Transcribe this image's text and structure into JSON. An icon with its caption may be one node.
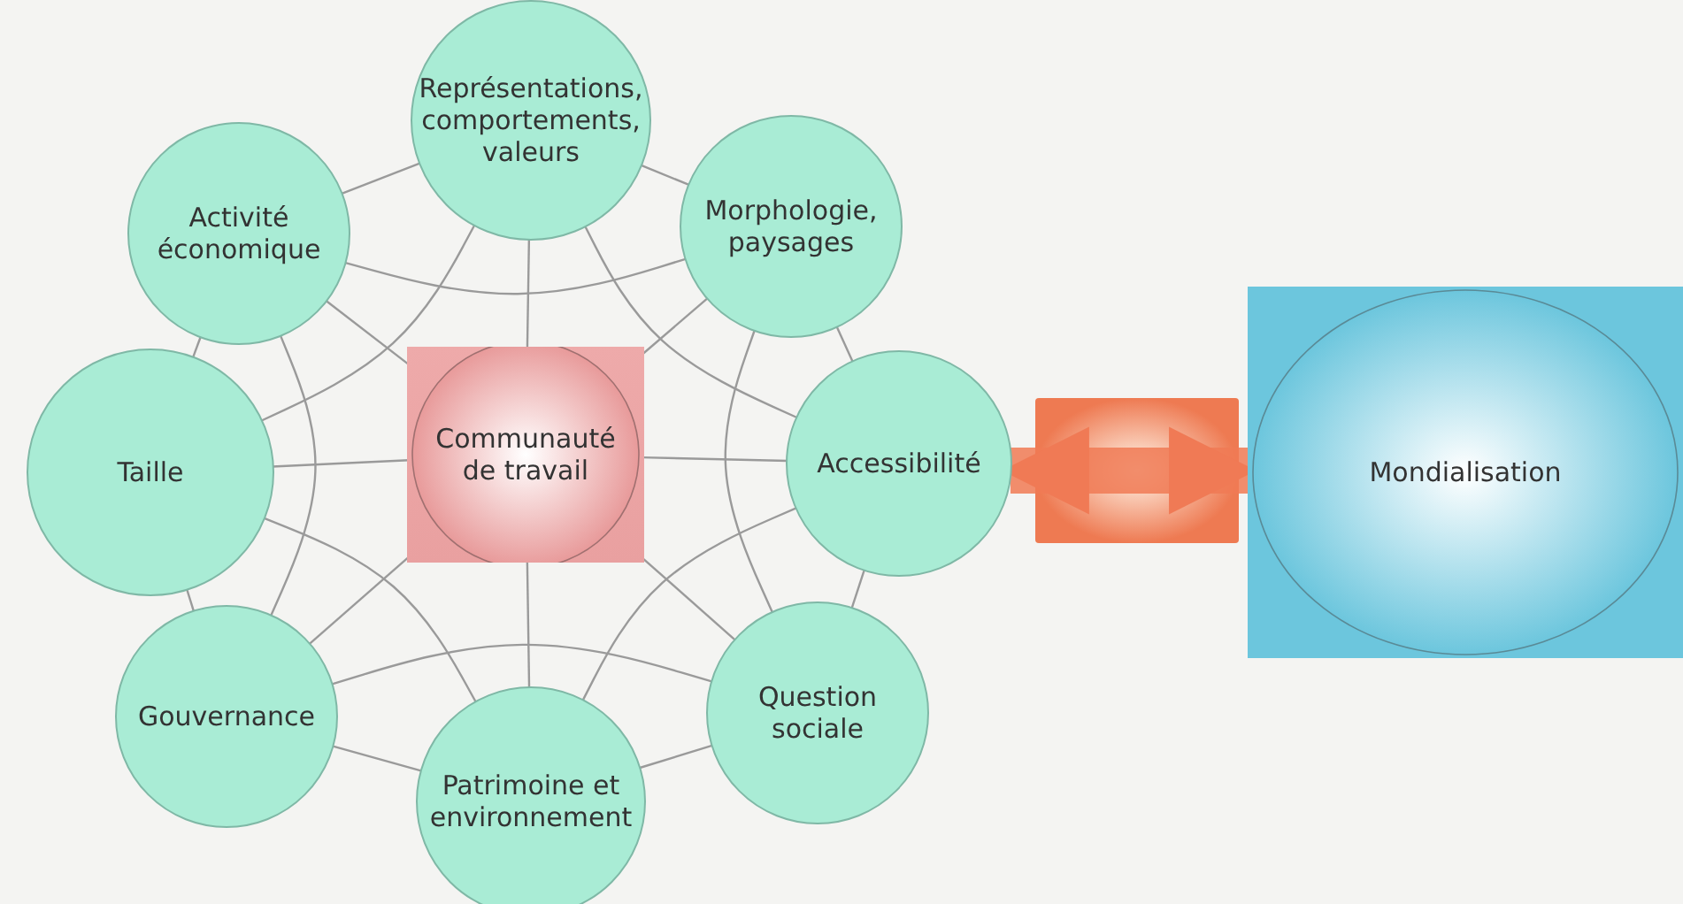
{
  "diagram": {
    "nodes": [
      {
        "text": [
          "Représentations, comportements, valeurs"
        ]
      },
      {
        "text": [
          "Activité économique"
        ]
      },
      {
        "text": [
          "Morphologie, paysages"
        ]
      },
      {
        "text": [
          "Communauté de travail"
        ]
      },
      {
        "text": [
          "Taille"
        ]
      },
      {
        "text": [
          "Accessibilité"
        ]
      },
      {
        "text": [
          "Gouvernance"
        ]
      },
      {
        "text": [
          "Question sociale"
        ]
      },
      {
        "text": [
          "Patrimoine et environnement"
        ]
      },
      {
        "text": [
          "Mondialisation"
        ]
      }
    ],
    "edges": [
      {
        "from": 3,
        "to": 0,
        "arrow": "none"
      },
      {
        "from": 3,
        "to": 2,
        "arrow": "none"
      },
      {
        "from": 3,
        "to": 5,
        "arrow": "none"
      },
      {
        "from": 3,
        "to": 7,
        "arrow": "none"
      },
      {
        "from": 3,
        "to": 8,
        "arrow": "none"
      },
      {
        "from": 3,
        "to": 6,
        "arrow": "none"
      },
      {
        "from": 3,
        "to": 4,
        "arrow": "none"
      },
      {
        "from": 3,
        "to": 1,
        "arrow": "none"
      },
      {
        "from": 0,
        "to": 2,
        "arrow": "none"
      },
      {
        "from": 2,
        "to": 5,
        "arrow": "none"
      },
      {
        "from": 5,
        "to": 7,
        "arrow": "none"
      },
      {
        "from": 7,
        "to": 8,
        "arrow": "none"
      },
      {
        "from": 8,
        "to": 6,
        "arrow": "none"
      },
      {
        "from": 6,
        "to": 4,
        "arrow": "none"
      },
      {
        "from": 4,
        "to": 1,
        "arrow": "none"
      },
      {
        "from": 1,
        "to": 0,
        "arrow": "none"
      },
      {
        "from": 0,
        "to": 5,
        "arrow": "none"
      },
      {
        "from": 2,
        "to": 7,
        "arrow": "none"
      },
      {
        "from": 5,
        "to": 8,
        "arrow": "none"
      },
      {
        "from": 7,
        "to": 6,
        "arrow": "none"
      },
      {
        "from": 8,
        "to": 4,
        "arrow": "none"
      },
      {
        "from": 6,
        "to": 1,
        "arrow": "none"
      },
      {
        "from": 4,
        "to": 0,
        "arrow": "none"
      },
      {
        "from": 1,
        "to": 2,
        "arrow": "none"
      },
      {
        "from": 5,
        "to": 9,
        "arrow": "both",
        "style": "thick",
        "color": "#f07a55"
      }
    ]
  }
}
